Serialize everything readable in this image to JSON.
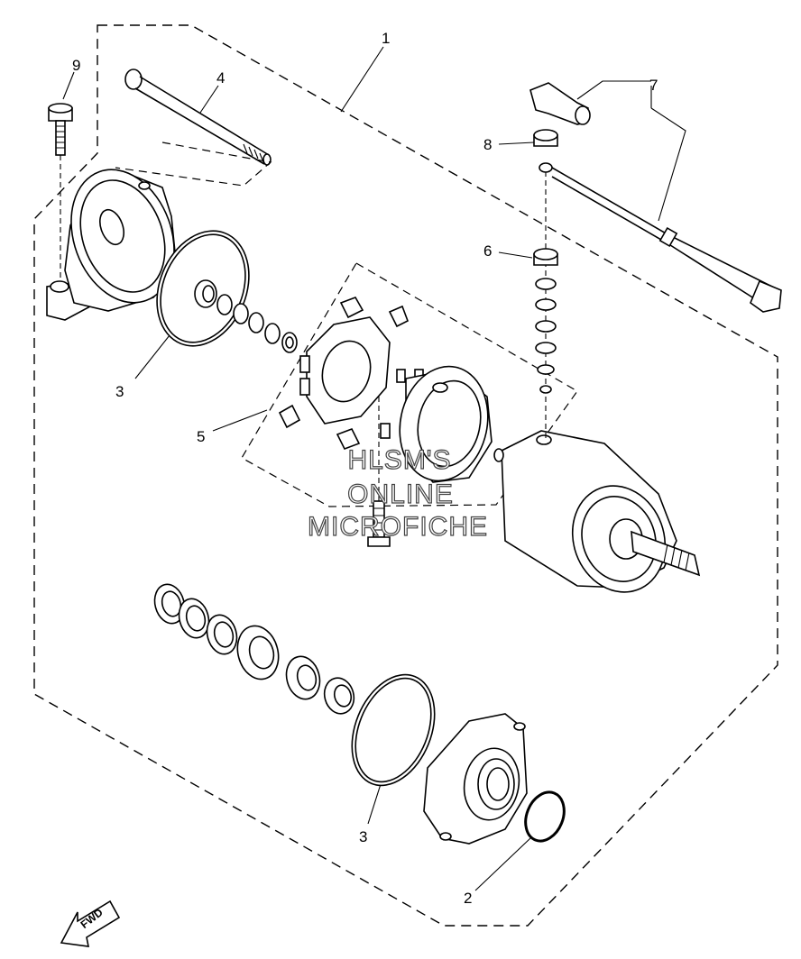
{
  "callouts": [
    {
      "id": "1",
      "label": "1"
    },
    {
      "id": "2",
      "label": "2"
    },
    {
      "id": "3a",
      "label": "3"
    },
    {
      "id": "3b",
      "label": "3"
    },
    {
      "id": "4",
      "label": "4"
    },
    {
      "id": "5",
      "label": "5"
    },
    {
      "id": "6",
      "label": "6"
    },
    {
      "id": "7",
      "label": "7"
    },
    {
      "id": "8",
      "label": "8"
    },
    {
      "id": "9",
      "label": "9"
    }
  ],
  "watermark": {
    "line1": "HLSM'S",
    "line2": "ONLINE",
    "line3": "MICROFICHE"
  },
  "direction_marker": {
    "label": "FWD",
    "icon": "fwd-arrow-icon"
  }
}
